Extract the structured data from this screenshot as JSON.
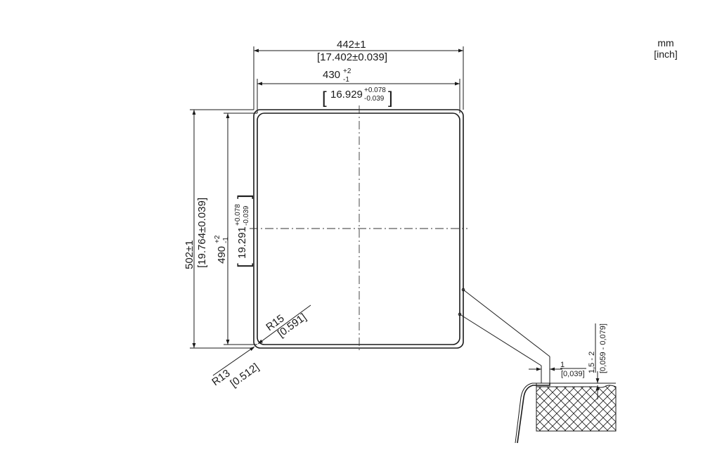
{
  "units": {
    "primary": "mm",
    "secondary": "[inch]"
  },
  "outer_width": {
    "label": "442±1",
    "label_inch": "[17.402±0.039]"
  },
  "inner_width": {
    "base": "430",
    "tol_plus": "+2",
    "tol_minus": "-1",
    "base_inch": "16.929",
    "tol_plus_inch": "+0.078",
    "tol_minus_inch": "-0.039",
    "bracket_open": "[",
    "bracket_close": "]"
  },
  "outer_height": {
    "label": "502±1",
    "label_inch": "[19.764±0.039]"
  },
  "inner_height": {
    "base": "490",
    "tol_plus": "+2",
    "tol_minus": "-1",
    "base_inch": "19.291",
    "tol_plus_inch": "+0.078",
    "tol_minus_inch": "-0.039",
    "bracket_open": "[",
    "bracket_close": "]"
  },
  "radius_inner": {
    "label": "R15",
    "label_inch": "[0.591]"
  },
  "radius_outer": {
    "label": "R13",
    "label_inch": "[0.512]"
  },
  "flange": {
    "label": "1",
    "label_inch": "[0,039]"
  },
  "rim_depth": {
    "label": "1,5 - 2",
    "label_inch": "[0,059 - 0,079]"
  }
}
